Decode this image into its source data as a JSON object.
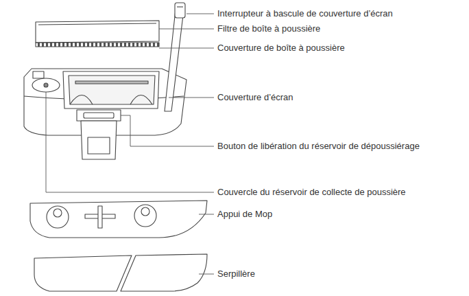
{
  "diagram": {
    "labels": [
      "Interrupteur à bascule de couverture d’écran",
      "Filtre de boîte à poussière",
      "Couverture de boîte à poussière",
      "Couverture d’écran",
      "Bouton de libération du réservoir de dépoussiérage",
      "Couvercle du réservoir de collecte de poussière",
      "Appui de Mop",
      "Serpillère"
    ]
  }
}
